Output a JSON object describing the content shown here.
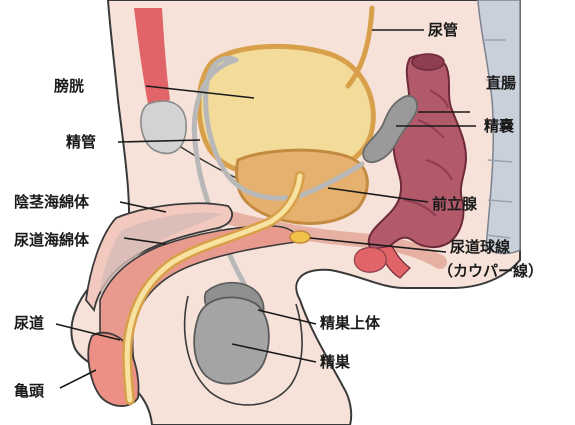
{
  "labels": {
    "urinary_duct": "尿管",
    "bladder": "膀胱",
    "rectum": "直腸",
    "seminal_vesicle": "精嚢",
    "vas_deferens": "精管",
    "prostate": "前立腺",
    "corpus_cavernosum": "陰茎海綿体",
    "corpus_spongiosum": "尿道海綿体",
    "bulbourethral_gland": "尿道球線",
    "bulbourethral_gland_alt": "（カウパー線）",
    "epididymis": "精巣上体",
    "testis": "精巣",
    "urethra": "尿道",
    "glans": "亀頭"
  },
  "colors": {
    "skin": "#f6e2d8",
    "outline": "#3a3a3a",
    "bladder_fill": "#f3dc9a",
    "bladder_rim": "#d8a04a",
    "prostate_fill": "#e6b16f",
    "urethra_fill": "#f7e2a0",
    "penis_tissue": "#e89a8e",
    "penis_outer": "#f2c8bf",
    "rectum": "#b25a6a",
    "rectum_dark": "#8e3e50",
    "sacrum": "#c9d0da",
    "gray_organ": "#9a9a9a",
    "vas": "#b8b8b8",
    "red_tissue": "#e06468"
  }
}
